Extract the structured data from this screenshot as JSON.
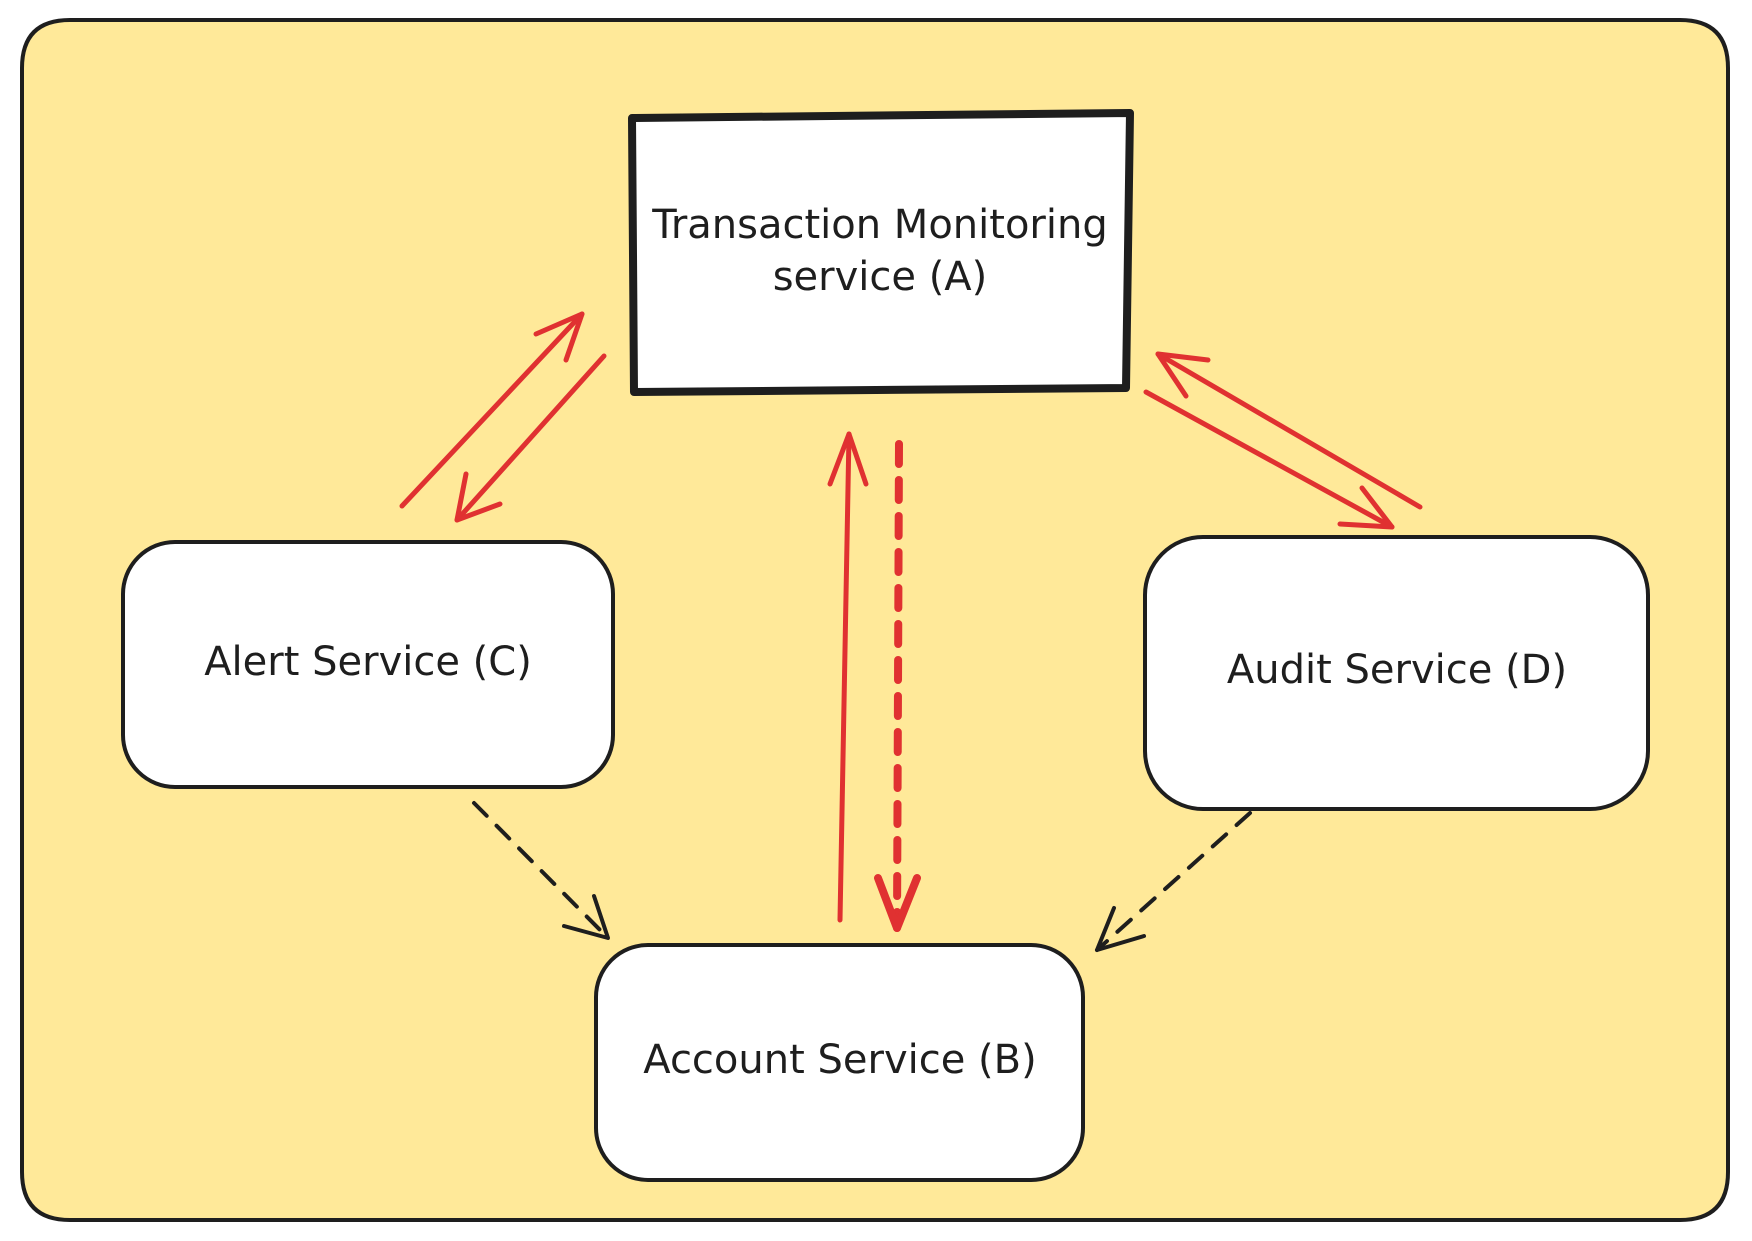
{
  "diagram": {
    "colors": {
      "canvas_background": "#ffffff",
      "frame_fill": "#ffe999",
      "frame_stroke": "#1e1e1e",
      "node_fill": "#ffffff",
      "node_stroke": "#1e1e1e",
      "label_color": "#1e1e1e",
      "primary_arrow": "#e03131",
      "secondary_arrow": "#1e1e1e"
    },
    "nodes": {
      "a": {
        "line1": "Transaction Monitoring",
        "line2": "service (A)",
        "shape": "rectangle"
      },
      "b": {
        "label": "Account Service (B)",
        "shape": "rounded-rectangle"
      },
      "c": {
        "label": "Alert Service (C)",
        "shape": "rounded-rectangle"
      },
      "d": {
        "label": "Audit Service (D)",
        "shape": "rounded-rectangle"
      }
    },
    "edges": [
      {
        "from": "C",
        "to": "A",
        "style": "solid",
        "color": "primary_arrow"
      },
      {
        "from": "A",
        "to": "C",
        "style": "solid",
        "color": "primary_arrow"
      },
      {
        "from": "B",
        "to": "A",
        "style": "solid",
        "color": "primary_arrow"
      },
      {
        "from": "A",
        "to": "B",
        "style": "dashed",
        "color": "primary_arrow"
      },
      {
        "from": "A",
        "to": "D",
        "style": "solid",
        "color": "primary_arrow"
      },
      {
        "from": "D",
        "to": "A",
        "style": "solid",
        "color": "primary_arrow"
      },
      {
        "from": "C",
        "to": "B",
        "style": "dashed",
        "color": "secondary_arrow"
      },
      {
        "from": "D",
        "to": "B",
        "style": "dashed",
        "color": "secondary_arrow"
      }
    ]
  }
}
